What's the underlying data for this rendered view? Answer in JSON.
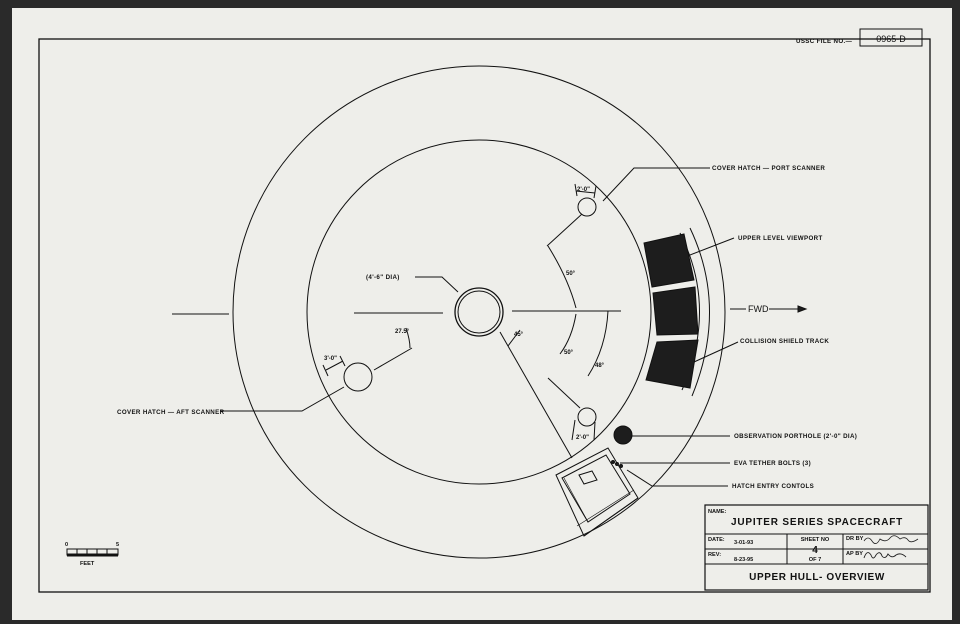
{
  "file_label": "USSC FILE NO.—",
  "file_number": "0965-D",
  "labels": {
    "port_hatch": "COVER HATCH — PORT SCANNER",
    "viewport": "UPPER LEVEL VIEWPORT",
    "fwd": "FWD",
    "collision_track": "COLLISION SHIELD TRACK",
    "aft_hatch": "COVER HATCH — AFT SCANNER",
    "porthole": "OBSERVATION PORTHOLE (2'-0\" DIA)",
    "tether": "EVA TETHER BOLTS (3)",
    "hatch_controls": "HATCH ENTRY CONTOLS",
    "center_dia": "(4'-6\" DIA)"
  },
  "dimensions": {
    "port_hatch_size": "2'-0\"",
    "aft_hatch_size": "3'-0\"",
    "entry_hatch_size": "2'-0\"",
    "angle_upper": "50°",
    "angle_lower": "50°",
    "angle_right": "48°",
    "angle_center": "45°",
    "angle_aft": "27.5°"
  },
  "scale": {
    "zero": "0",
    "five": "5",
    "unit": "FEET"
  },
  "title_block": {
    "name_label": "NAME:",
    "name": "JUPITER SERIES SPACECRAFT",
    "date_label": "DATE:",
    "date": "3-01-93",
    "rev_label": "REV:",
    "rev": "8-23-95",
    "sheet_label": "SHEET NO",
    "sheet_no": "4",
    "sheet_of": "OF 7",
    "dr_label": "DR BY",
    "ap_label": "AP BY",
    "drawing_title": "UPPER HULL- OVERVIEW"
  }
}
